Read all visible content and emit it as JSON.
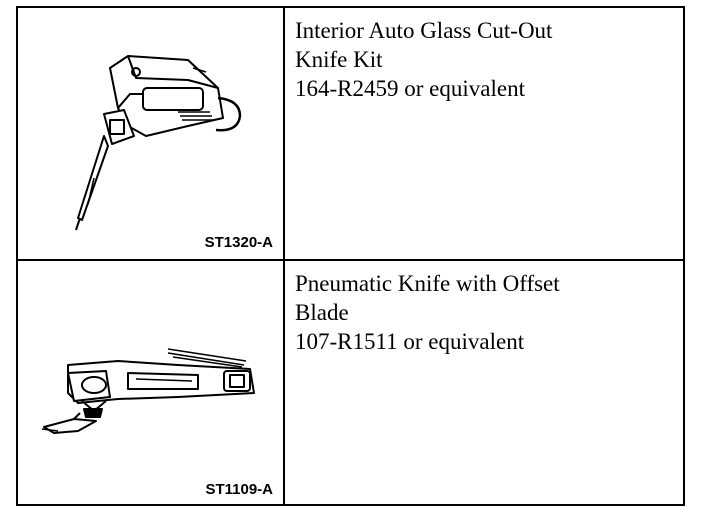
{
  "rows": [
    {
      "code": "ST1320-A",
      "title_lines": [
        "Interior Auto Glass Cut-Out",
        "Knife Kit"
      ],
      "part": "164-R2459 or equivalent",
      "illustration": "auto-glass-cut-out-knife-icon"
    },
    {
      "code": "ST1109-A",
      "title_lines": [
        "Pneumatic Knife with Offset",
        "Blade"
      ],
      "part": "107-R1511 or equivalent",
      "illustration": "pneumatic-knife-icon"
    }
  ]
}
